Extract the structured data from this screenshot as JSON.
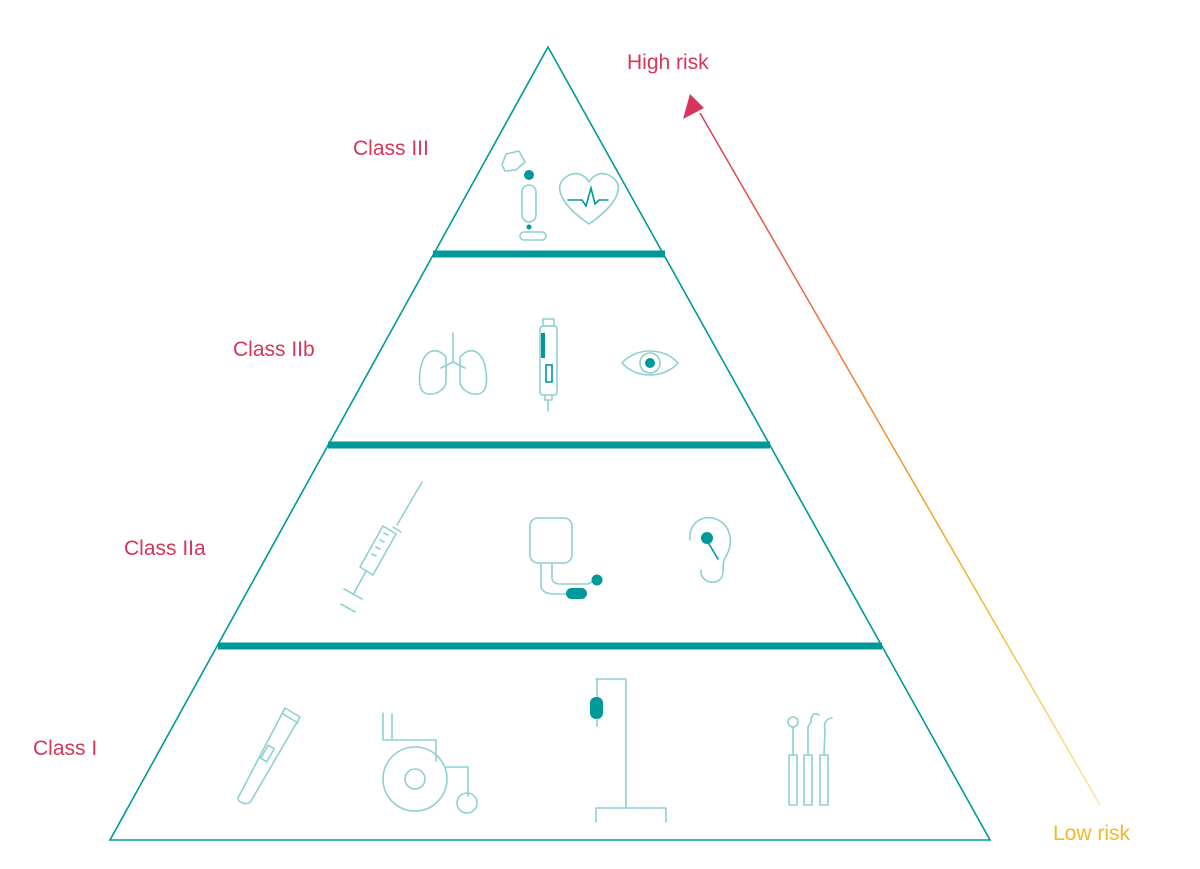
{
  "diagram": {
    "tiers": [
      {
        "label": "Class III"
      },
      {
        "label": "Class IIb"
      },
      {
        "label": "Class IIa"
      },
      {
        "label": "Class I"
      }
    ],
    "risk_scale": {
      "high_label": "High risk",
      "low_label": "Low risk"
    },
    "icons": {
      "class_iii": [
        "pacemaker-icon",
        "heart-monitor-icon"
      ],
      "class_iib": [
        "lungs-icon",
        "insulin-pen-icon",
        "eye-icon"
      ],
      "class_iia": [
        "syringe-icon",
        "blood-pressure-monitor-icon",
        "hearing-aid-icon"
      ],
      "class_i": [
        "thermometer-icon",
        "wheelchair-icon",
        "iv-stand-icon",
        "dental-tools-icon"
      ]
    },
    "colors": {
      "outline": "#00999a",
      "divider": "#00999a",
      "label": "#d6365a",
      "icon": "#8fd0d0",
      "icon_accent": "#00999a",
      "high_risk": "#d6365a",
      "low_risk": "#f3b72b"
    }
  }
}
